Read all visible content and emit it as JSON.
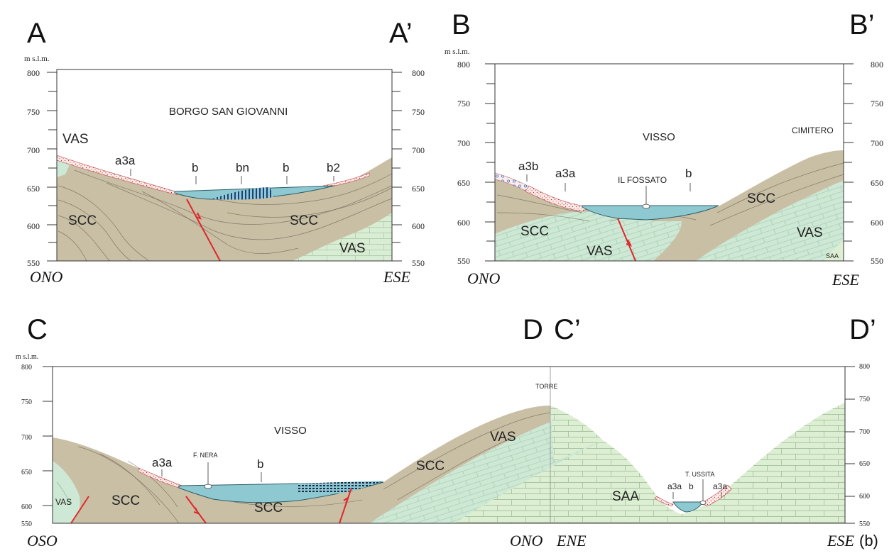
{
  "panel_a": {
    "label_left": "A",
    "label_right": "A’",
    "unit": "m s.l.m.",
    "ticks": [
      "800",
      "750",
      "700",
      "650",
      "600",
      "550"
    ],
    "place": "BORGO SAN GIOVANNI",
    "formations": {
      "vas_top": "VAS",
      "scc_left": "SCC",
      "scc_right": "SCC",
      "vas_bottom": "VAS"
    },
    "deposits": {
      "a3a": "a3a",
      "b1": "b",
      "bn": "bn",
      "b2": "b",
      "b3": "b2"
    },
    "dir_left": "ONO",
    "dir_right": "ESE"
  },
  "panel_b": {
    "label_left": "B",
    "label_right": "B’",
    "unit": "m s.l.m.",
    "ticks": [
      "800",
      "750",
      "700",
      "650",
      "600",
      "550"
    ],
    "place": "VISSO",
    "place2": "CIMITERO",
    "place3": "IL FOSSATO",
    "formations": {
      "scc_left": "SCC",
      "scc_right": "SCC",
      "vas_left": "VAS",
      "vas_right": "VAS",
      "saa": "SAA"
    },
    "deposits": {
      "a3b": "a3b",
      "a3a": "a3a",
      "b": "b"
    },
    "dir_left": "ONO",
    "dir_right": "ESE"
  },
  "panel_c": {
    "label_c": "C",
    "label_d": "D",
    "label_c2": "C’",
    "label_d2": "D’",
    "unit": "m s.l.m.",
    "ticks": [
      "800",
      "750",
      "700",
      "650",
      "600",
      "550"
    ],
    "place": "VISSO",
    "torre": "TORRE",
    "nera": "F. NERA",
    "ussita": "T. USSITA",
    "formations": {
      "vas_small": "VAS",
      "scc1": "SCC",
      "scc2": "SCC",
      "scc3": "SCC",
      "vas": "VAS",
      "saa": "SAA"
    },
    "deposits": {
      "a3a_left": "a3a",
      "b_left": "b",
      "a3a_r1": "a3a",
      "b_right": "b",
      "a3a_r2": "a3a"
    },
    "dir_oso": "OSO",
    "dir_ono": "ONO",
    "dir_ene": "ENE",
    "dir_ese": "ESE",
    "figure_tag": "(b)"
  },
  "colors": {
    "scc": "#c9bfa5",
    "vas": "#cde8d4",
    "saa": "#dcefd2",
    "water": "#8ec9d2",
    "fault": "#e0282d"
  }
}
